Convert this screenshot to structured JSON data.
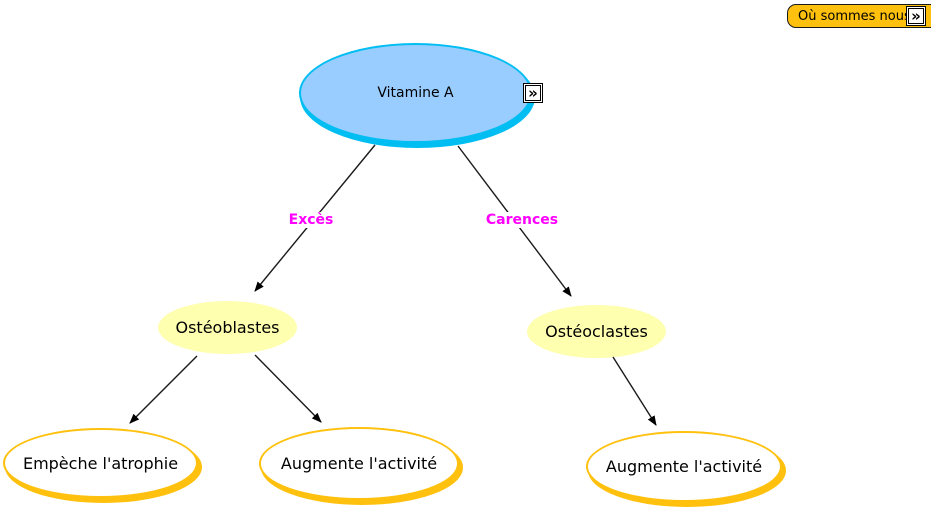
{
  "diagram": {
    "title_node": "Vitamine A",
    "nodes": {
      "vitamine_a": {
        "label": "Vitamine A",
        "fill": "#99ccff",
        "border": "#00bef2",
        "icon": "double-chevron-right"
      },
      "osteoblastes": {
        "label": "Ostéoblastes",
        "fill": "#ffffb0"
      },
      "osteoclastes": {
        "label": "Ostéoclastes",
        "fill": "#ffffb0"
      },
      "empeche_atrophie": {
        "label": "Empèche l'atrophie",
        "fill": "#ffffff",
        "border": "#ffc10e"
      },
      "augmente_activite_exces": {
        "label": "Augmente l'activité",
        "fill": "#ffffff",
        "border": "#ffc10e"
      },
      "augmente_activite_carences": {
        "label": "Augmente l'activité",
        "fill": "#ffffff",
        "border": "#ffc10e"
      }
    },
    "edges": {
      "exces": {
        "label": "Excès",
        "color": "#ff00ff",
        "from": "vitamine_a",
        "to": "osteoblastes"
      },
      "carences": {
        "label": "Carences",
        "color": "#ff00ff",
        "from": "vitamine_a",
        "to": "osteoclastes"
      },
      "osteoblastes_to_empeche": {
        "label": "",
        "from": "osteoblastes",
        "to": "empeche_atrophie"
      },
      "osteoblastes_to_augmente": {
        "label": "",
        "from": "osteoblastes",
        "to": "augmente_activite_exces"
      },
      "osteoclastes_to_augmente": {
        "label": "",
        "from": "osteoclastes",
        "to": "augmente_activite_carences"
      }
    },
    "icon_glyph": "»"
  },
  "nav": {
    "where_are_we_label": "Où sommes nous ?",
    "button_color": "#ffc10e",
    "icon_glyph": "»"
  }
}
